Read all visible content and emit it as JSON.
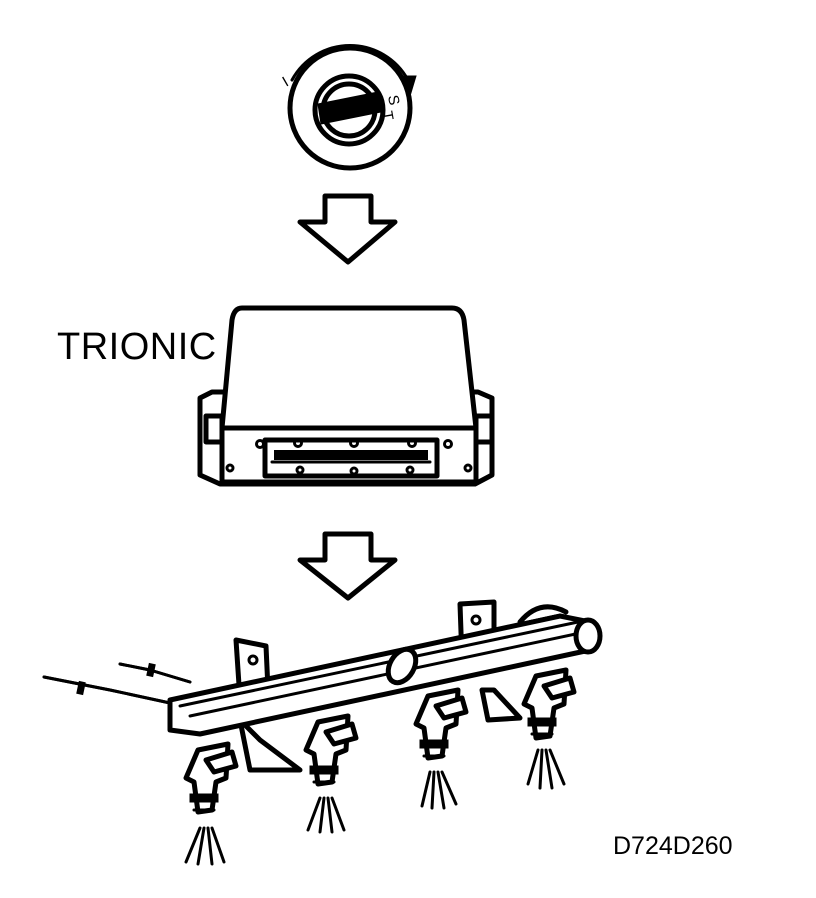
{
  "labels": {
    "ecu": "TRIONIC",
    "ignition_positions": [
      "I",
      "S",
      "T"
    ],
    "figure_code": "D724D260"
  },
  "colors": {
    "line": "#000000",
    "background": "#ffffff"
  },
  "flow": [
    "ignition-switch",
    "arrow",
    "trionic-control-module",
    "arrow",
    "fuel-rail-with-injectors"
  ],
  "injector_count": 4
}
